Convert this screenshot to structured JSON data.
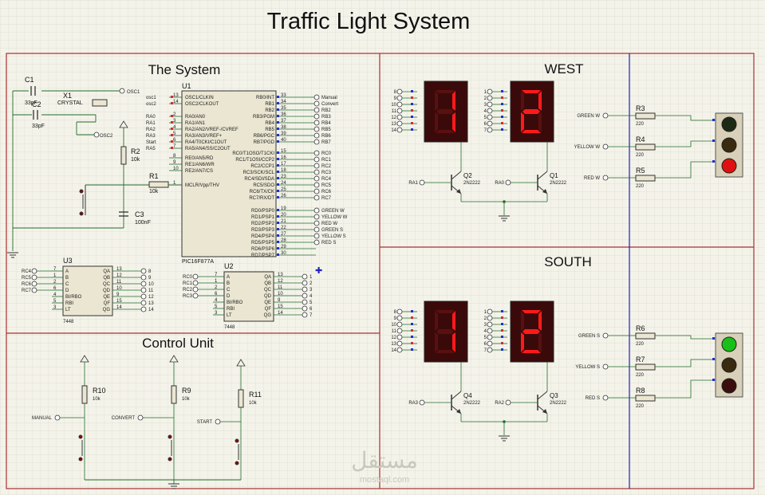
{
  "title": "Traffic Light System",
  "sections": {
    "system": "The System",
    "west": "WEST",
    "south": "SOUTH",
    "control": "Control Unit"
  },
  "pic": {
    "ref": "U1",
    "part": "PIC16F877A",
    "left_pins": [
      {
        "num": "13",
        "name": "OSC1/CLKIN",
        "net": "osc1"
      },
      {
        "num": "14",
        "name": "OSC2/CLKOUT",
        "net": "osc2"
      },
      {
        "num": "2",
        "name": "RA0/AN0",
        "net": "RA0"
      },
      {
        "num": "3",
        "name": "RA1/AN1",
        "net": "RA1"
      },
      {
        "num": "4",
        "name": "RA2/AN2/VREF-/CVREF",
        "net": "RA2"
      },
      {
        "num": "5",
        "name": "RA3/AN3/VREF+",
        "net": "RA3"
      },
      {
        "num": "6",
        "name": "RA4/T0CKI/C1OUT",
        "net": "Start"
      },
      {
        "num": "7",
        "name": "RA5/AN4/SS/C2OUT",
        "net": "RA5"
      },
      {
        "num": "8",
        "name": "RE0/AN5/RD",
        "net": ""
      },
      {
        "num": "9",
        "name": "RE1/AN6/WR",
        "net": ""
      },
      {
        "num": "10",
        "name": "RE2/AN7/CS",
        "net": ""
      },
      {
        "num": "1",
        "name": "MCLR/Vpp/THV",
        "net": ""
      }
    ],
    "right_pins": [
      {
        "num": "33",
        "name": "RB0/INT",
        "net": "Manual"
      },
      {
        "num": "34",
        "name": "RB1",
        "net": "Convert"
      },
      {
        "num": "35",
        "name": "RB2",
        "net": "RB2"
      },
      {
        "num": "36",
        "name": "RB3/PGM",
        "net": "RB3"
      },
      {
        "num": "37",
        "name": "RB4",
        "net": "RB4"
      },
      {
        "num": "38",
        "name": "RB5",
        "net": "RB5"
      },
      {
        "num": "39",
        "name": "RB6/PGC",
        "net": "RB6"
      },
      {
        "num": "40",
        "name": "RB7/PGD",
        "net": "RB7"
      },
      {
        "num": "15",
        "name": "RC0/T1OSO/T1CKI",
        "net": "RC0"
      },
      {
        "num": "16",
        "name": "RC1/T1OSI/CCP2",
        "net": "RC1"
      },
      {
        "num": "17",
        "name": "RC2/CCP1",
        "net": "RC2"
      },
      {
        "num": "18",
        "name": "RC3/SCK/SCL",
        "net": "RC3"
      },
      {
        "num": "23",
        "name": "RC4/SDI/SDA",
        "net": "RC4"
      },
      {
        "num": "24",
        "name": "RC5/SDO",
        "net": "RC5"
      },
      {
        "num": "25",
        "name": "RC6/TX/CK",
        "net": "RC6"
      },
      {
        "num": "26",
        "name": "RC7/RX/DT",
        "net": "RC7"
      },
      {
        "num": "19",
        "name": "RD0/PSP0",
        "net": "GREEN W"
      },
      {
        "num": "20",
        "name": "RD1/PSP1",
        "net": "YELLOW W"
      },
      {
        "num": "21",
        "name": "RD2/PSP2",
        "net": "RED W"
      },
      {
        "num": "22",
        "name": "RD3/PSP3",
        "net": "GREEN S"
      },
      {
        "num": "27",
        "name": "RD4/PSP4",
        "net": "YELLOW S"
      },
      {
        "num": "28",
        "name": "RD5/PSP5",
        "net": "RED S"
      },
      {
        "num": "29",
        "name": "RD6/PSP6",
        "net": ""
      },
      {
        "num": "30",
        "name": "RD7/PSP7",
        "net": ""
      }
    ]
  },
  "crystal": {
    "ref": "X1",
    "label": "CRYSTAL",
    "net_a": "OSC1",
    "net_b": "OSC2"
  },
  "caps": [
    {
      "ref": "C1",
      "value": "33pF"
    },
    {
      "ref": "C2",
      "value": "33pF"
    },
    {
      "ref": "C3",
      "value": "100nF"
    }
  ],
  "resistors_system": [
    {
      "ref": "R2",
      "value": "10k"
    },
    {
      "ref": "R1",
      "value": "10k"
    }
  ],
  "decoders": [
    {
      "ref": "U3",
      "part": "7448",
      "inputs": [
        "RC4",
        "RC5",
        "RC6",
        "RC7"
      ],
      "in_names": [
        "A",
        "B",
        "C",
        "D",
        "BI/RBO",
        "RBI",
        "LT"
      ],
      "in_nums": [
        "7",
        "1",
        "2",
        "6",
        "4",
        "5",
        "3"
      ],
      "out_names": [
        "QA",
        "QB",
        "QC",
        "QD",
        "QE",
        "QF",
        "QG"
      ],
      "out_nums": [
        "13",
        "12",
        "11",
        "10",
        "9",
        "15",
        "14"
      ],
      "out_nets": [
        "8",
        "9",
        "10",
        "11",
        "12",
        "13",
        "14"
      ]
    },
    {
      "ref": "U2",
      "part": "7448",
      "inputs": [
        "RC0",
        "RC1",
        "RC2",
        "RC3"
      ],
      "in_names": [
        "A",
        "B",
        "C",
        "D",
        "BI/RBO",
        "RBI",
        "LT"
      ],
      "in_nums": [
        "7",
        "1",
        "2",
        "6",
        "4",
        "5",
        "3"
      ],
      "out_names": [
        "QA",
        "QB",
        "QC",
        "QD",
        "QE",
        "QF",
        "QG"
      ],
      "out_nums": [
        "13",
        "12",
        "11",
        "10",
        "9",
        "15",
        "14"
      ],
      "out_nets": [
        "1",
        "2",
        "3",
        "4",
        "5",
        "6",
        "7"
      ]
    }
  ],
  "west": {
    "digit1_pins": [
      "8",
      "9",
      "10",
      "11",
      "12",
      "13",
      "14"
    ],
    "digit2_pins": [
      "1",
      "2",
      "3",
      "4",
      "5",
      "6",
      "7"
    ],
    "digit1": "1",
    "digit2": "2",
    "q_left": {
      "ref": "Q2",
      "part": "2N2222",
      "net": "RA1"
    },
    "q_right": {
      "ref": "Q1",
      "part": "2N2222",
      "net": "RA0"
    },
    "resistors": [
      {
        "ref": "R3",
        "value": "220",
        "net": "GREEN W"
      },
      {
        "ref": "R4",
        "value": "220",
        "net": "YELLOW W"
      },
      {
        "ref": "R5",
        "value": "220",
        "net": "RED W"
      }
    ],
    "lamp_colors": [
      "#1c2a14",
      "#3a2a10",
      "#e01010"
    ]
  },
  "south": {
    "digit1_pins": [
      "8",
      "9",
      "10",
      "11",
      "12",
      "13",
      "14"
    ],
    "digit2_pins": [
      "1",
      "2",
      "3",
      "4",
      "5",
      "6",
      "7"
    ],
    "digit1": "1",
    "digit2": "2",
    "q_left": {
      "ref": "Q4",
      "part": "2N2222",
      "net": "RA3"
    },
    "q_right": {
      "ref": "Q3",
      "part": "2N2222",
      "net": "RA2"
    },
    "resistors": [
      {
        "ref": "R6",
        "value": "220",
        "net": "GREEN S"
      },
      {
        "ref": "R7",
        "value": "220",
        "net": "YELLOW S"
      },
      {
        "ref": "R8",
        "value": "220",
        "net": "RED S"
      }
    ],
    "lamp_colors": [
      "#18c018",
      "#3a2a10",
      "#3a0e0e"
    ]
  },
  "control": [
    {
      "ref": "R10",
      "value": "10k",
      "net": "MANUAL"
    },
    {
      "ref": "R9",
      "value": "10k",
      "net": "CONVERT"
    },
    {
      "ref": "R11",
      "value": "10k",
      "net": "START"
    }
  ],
  "watermark": {
    "arabic": "مستقل",
    "latin": "mostaql.com"
  },
  "colors": {
    "wire": "#1e6e2a",
    "frame": "#a83030",
    "component": "#8b0000",
    "blue_rail": "#2020c0",
    "grid": "#dcdccf",
    "ic_fill": "#eae6d2"
  }
}
